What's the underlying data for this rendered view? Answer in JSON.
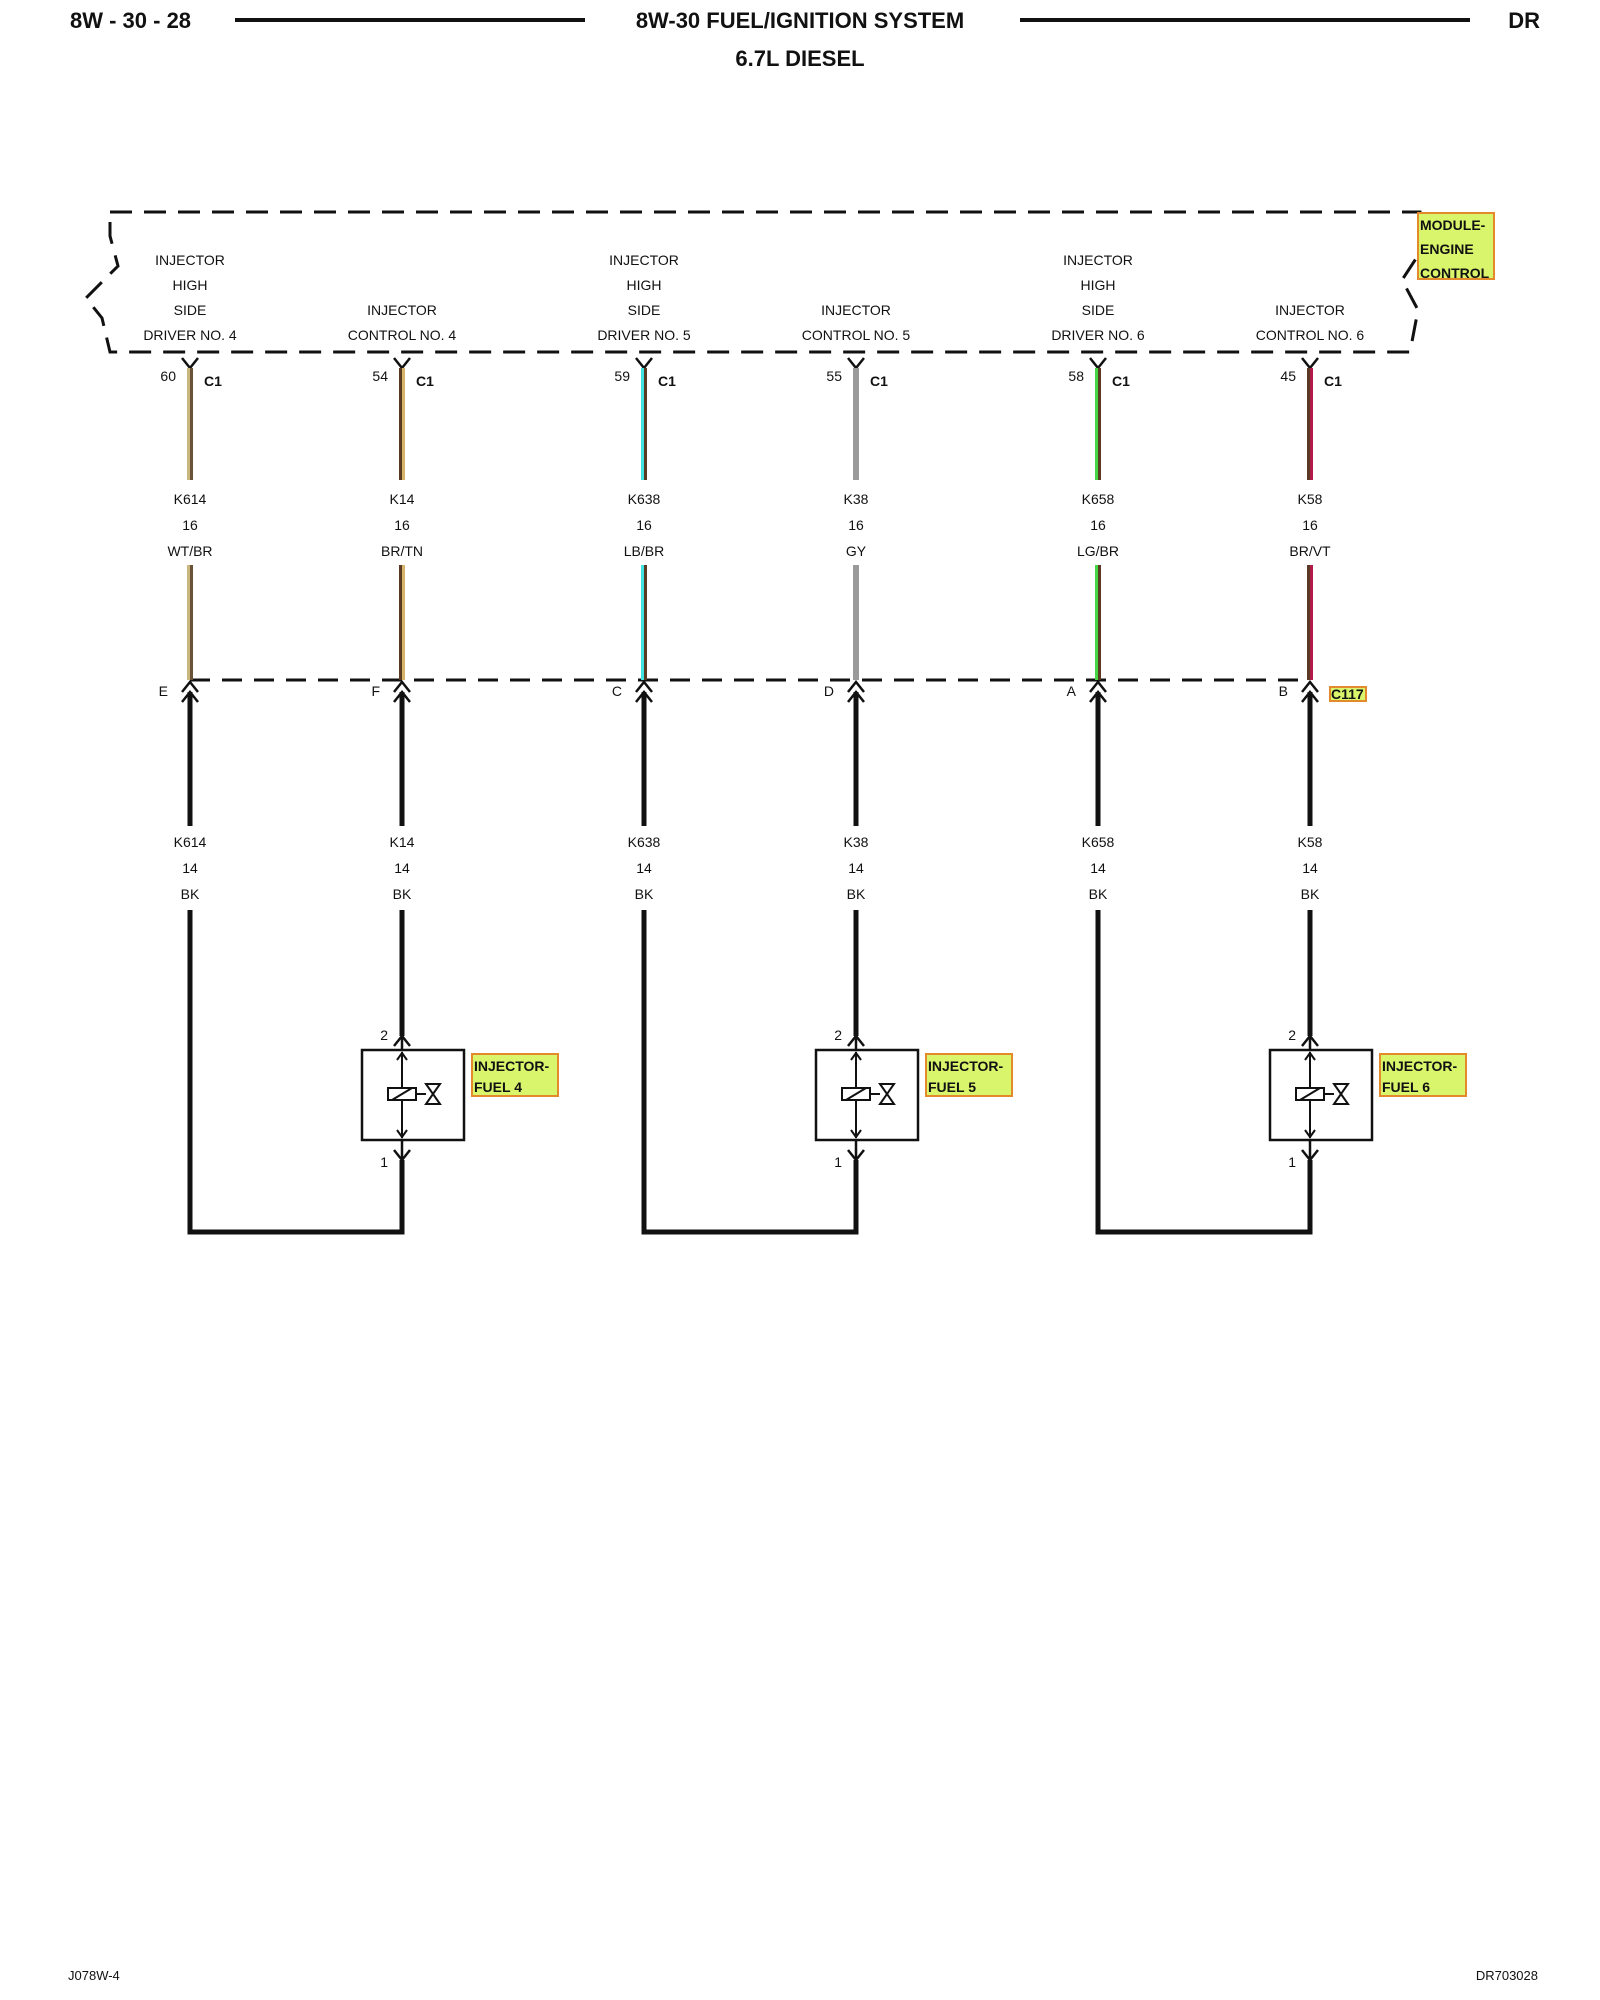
{
  "header": {
    "page_number": "8W - 30 - 28",
    "title": "8W-30 FUEL/IGNITION SYSTEM",
    "subtitle": "6.7L DIESEL",
    "model": "DR"
  },
  "footer": {
    "left_code": "J078W-4",
    "right_code": "DR703028"
  },
  "module": {
    "name_lines": [
      "MODULE-",
      "ENGINE",
      "CONTROL"
    ],
    "connector": "C1"
  },
  "inline_connector": {
    "name": "C117"
  },
  "circuits": [
    {
      "function_lines": [
        "INJECTOR",
        "HIGH",
        "SIDE",
        "DRIVER NO. 4"
      ],
      "pin": "60",
      "module_connector": "C1",
      "upper": {
        "circuit": "K614",
        "gauge": "16",
        "color": "WT/BR"
      },
      "wire_colors": [
        "#c9b77f",
        "#6b5234"
      ],
      "inline_pin": "E",
      "lower": {
        "circuit": "K614",
        "gauge": "14",
        "color": "BK"
      }
    },
    {
      "function_lines": [
        "INJECTOR",
        "CONTROL NO. 4"
      ],
      "pin": "54",
      "module_connector": "C1",
      "upper": {
        "circuit": "K14",
        "gauge": "16",
        "color": "BR/TN"
      },
      "wire_colors": [
        "#5a3a22",
        "#d8b36a"
      ],
      "inline_pin": "F",
      "lower": {
        "circuit": "K14",
        "gauge": "14",
        "color": "BK"
      }
    },
    {
      "function_lines": [
        "INJECTOR",
        "HIGH",
        "SIDE",
        "DRIVER NO. 5"
      ],
      "pin": "59",
      "module_connector": "C1",
      "upper": {
        "circuit": "K638",
        "gauge": "16",
        "color": "LB/BR"
      },
      "wire_colors": [
        "#3fe3e0",
        "#5a3a22"
      ],
      "inline_pin": "C",
      "lower": {
        "circuit": "K638",
        "gauge": "14",
        "color": "BK"
      }
    },
    {
      "function_lines": [
        "INJECTOR",
        "CONTROL NO. 5"
      ],
      "pin": "55",
      "module_connector": "C1",
      "upper": {
        "circuit": "K38",
        "gauge": "16",
        "color": "GY"
      },
      "wire_colors": [
        "#9a9a9a",
        "#9a9a9a"
      ],
      "inline_pin": "D",
      "lower": {
        "circuit": "K38",
        "gauge": "14",
        "color": "BK"
      }
    },
    {
      "function_lines": [
        "INJECTOR",
        "HIGH",
        "SIDE",
        "DRIVER NO. 6"
      ],
      "pin": "58",
      "module_connector": "C1",
      "upper": {
        "circuit": "K658",
        "gauge": "16",
        "color": "LG/BR"
      },
      "wire_colors": [
        "#44d644",
        "#5a3a22"
      ],
      "inline_pin": "A",
      "lower": {
        "circuit": "K658",
        "gauge": "14",
        "color": "BK"
      }
    },
    {
      "function_lines": [
        "INJECTOR",
        "CONTROL NO. 6"
      ],
      "pin": "45",
      "module_connector": "C1",
      "upper": {
        "circuit": "K58",
        "gauge": "16",
        "color": "BR/VT"
      },
      "wire_colors": [
        "#5a3a22",
        "#b0194a"
      ],
      "inline_pin": "B",
      "lower": {
        "circuit": "K58",
        "gauge": "14",
        "color": "BK"
      }
    }
  ],
  "injectors": [
    {
      "label_lines": [
        "INJECTOR-",
        "FUEL 4"
      ],
      "pin_top": "2",
      "pin_bottom": "1"
    },
    {
      "label_lines": [
        "INJECTOR-",
        "FUEL 5"
      ],
      "pin_top": "2",
      "pin_bottom": "1"
    },
    {
      "label_lines": [
        "INJECTOR-",
        "FUEL 6"
      ],
      "pin_top": "2",
      "pin_bottom": "1"
    }
  ]
}
